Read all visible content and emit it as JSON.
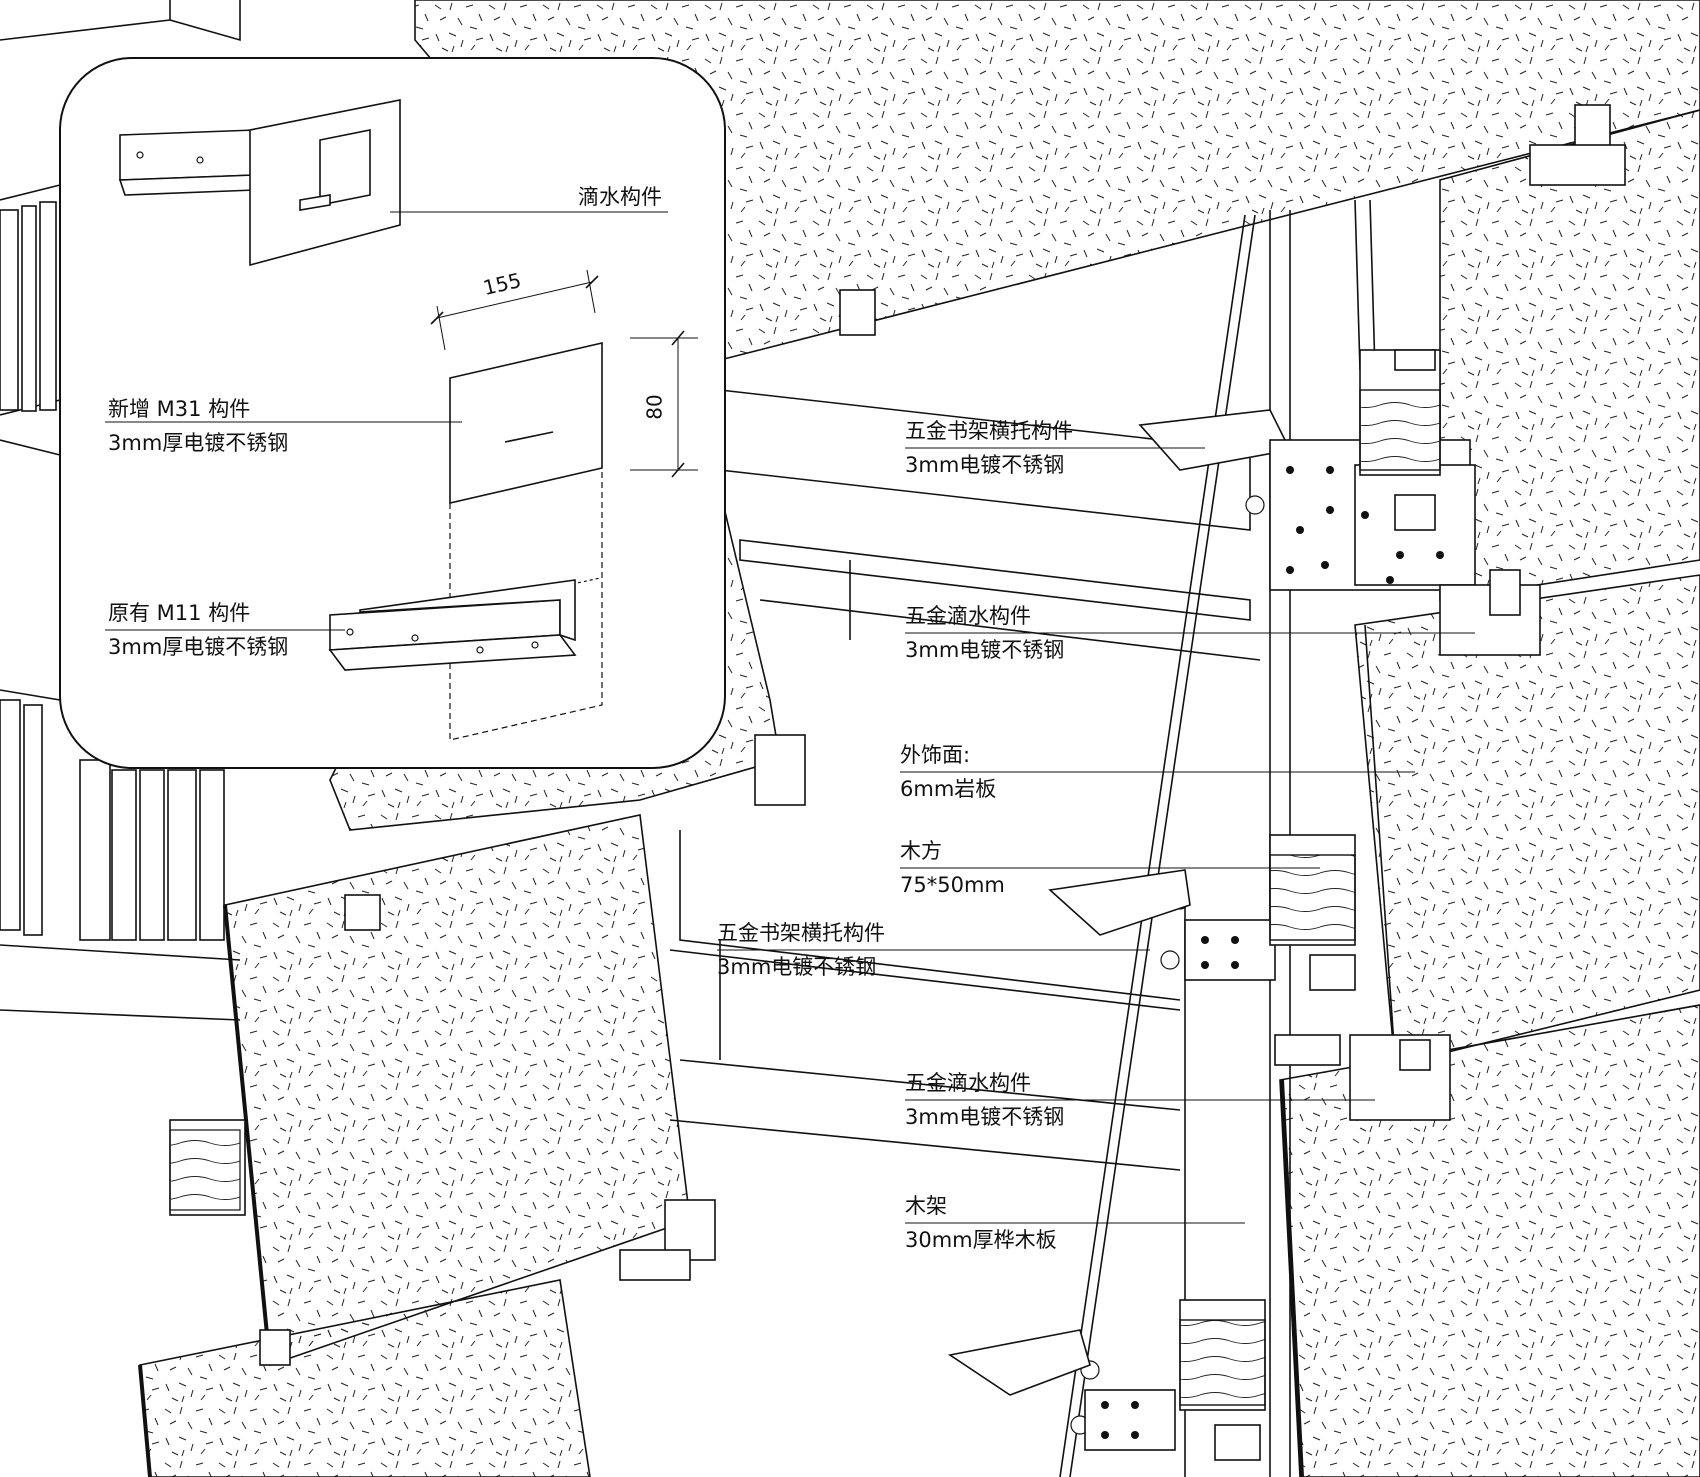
{
  "labels": {
    "drip_component": "滴水构件",
    "new_m31_name": "新增 M31 构件",
    "new_m31_material": "3mm厚电镀不锈钢",
    "orig_m11_name": "原有 M11 构件",
    "orig_m11_material": "3mm厚电镀不锈钢",
    "shelf_bracket_1_name": "五金书架横托构件",
    "shelf_bracket_1_material": "3mm电镀不锈钢",
    "hw_drip_1_name": "五金滴水构件",
    "hw_drip_1_material": "3mm电镀不锈钢",
    "cladding_name": "外饰面:",
    "cladding_material": "6mm岩板",
    "timber_name": "木方",
    "timber_size": "75*50mm",
    "shelf_bracket_2_name": "五金书架横托构件",
    "shelf_bracket_2_material": "3mm电镀不锈钢",
    "hw_drip_2_name": "五金滴水构件",
    "hw_drip_2_material": "3mm电镀不锈钢",
    "wood_frame_name": "木架",
    "wood_frame_material": "30mm厚桦木板"
  },
  "dimensions": {
    "width": "155",
    "height": "80"
  },
  "colors": {
    "line": "#111111",
    "background": "#ffffff"
  }
}
